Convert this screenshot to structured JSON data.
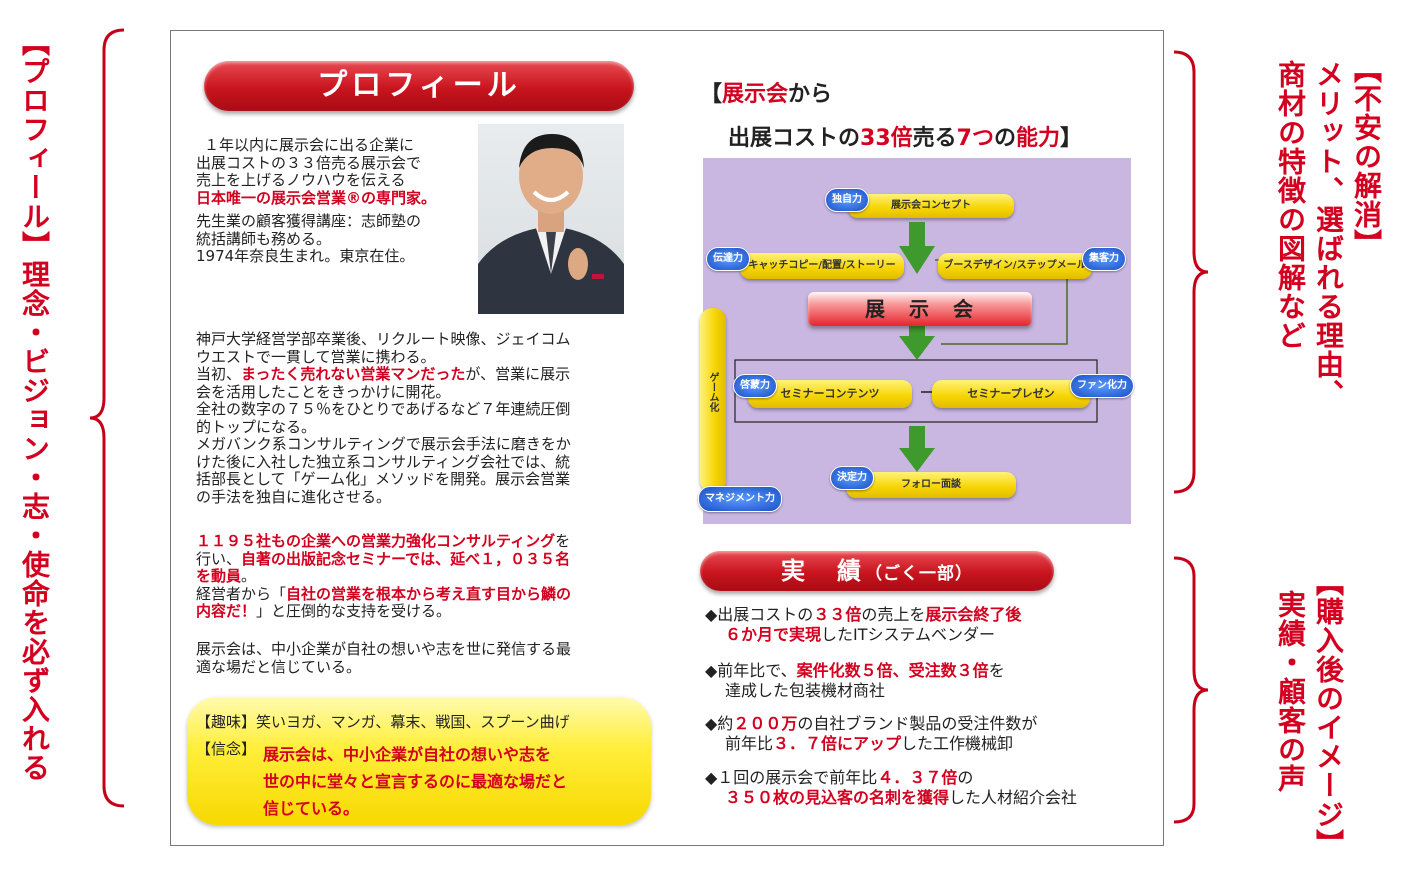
{
  "side_left": "【プロフィール】理念・ビジョン・志・使命を必ず入れる",
  "side_right_top": [
    "【不安の解消】",
    "メリット、選ばれる理由、",
    "商材の特徴の図解など"
  ],
  "side_right_bottom": [
    "【購入後のイメージ】",
    "実績・顧客の声"
  ],
  "profile": {
    "title": "プロフィール",
    "intro": [
      "１年以内に展示会に出る企業に",
      "出展コストの３３倍売る展示会で",
      "売上を上げるノウハウを伝える"
    ],
    "intro_red": "日本唯一の展示会営業®の専門家。",
    "lines2": [
      "先生業の顧客獲得講座：志師塾の",
      "統括講師も務める。",
      "1974年奈良生まれ。東京在住。"
    ],
    "body": {
      "p1": [
        "神戸大学経営学部卒業後、リクルート映像、ジェイコム",
        "ウエストで一貫して営業に携わる。"
      ],
      "p2_pre": "当初、",
      "p2_red": "まったく売れない営業マンだった",
      "p2_post": "が、営業に展示",
      "p3": [
        "会を活用したことをきっかけに開花。",
        "全社の数字の７５％をひとりであげるなど７年連続圧倒",
        "的トップになる。",
        "メガバンク系コンサルティングで展示会手法に磨きをか",
        "けた後に入社した独立系コンサルティング会社では、統",
        "括部長として「ゲーム化」メソッドを開発。展示会営業",
        "の手法を独自に進化させる。"
      ]
    },
    "results": {
      "r1_red": "１１９５社もの企業への営業力強化コンサルティング",
      "r1_post": "を",
      "r2_pre": "行い、",
      "r2_red": "自著の出版記念セミナーでは、延べ１，０３５名",
      "r3_red": "を動員",
      "r3_post": "。",
      "r4_pre": "経営者から「",
      "r4_red": "自社の営業を根本から考え直す目から鱗の",
      "r5_red": "内容だ！",
      "r5_post": "」と圧倒的な支持を受ける。"
    },
    "closing": [
      "展示会は、中小企業が自社の想いや志を世に発信する最",
      "適な場だと信じている。"
    ],
    "hobby_label": "【趣味】",
    "hobby_text": "笑いヨガ、マンガ、幕末、戦国、スプーン曲げ",
    "belief_label": "【信念】",
    "belief_text": [
      "展示会は、中小企業が自社の想いや志を",
      "世の中に堂々と宣言するのに最適な場だと",
      "信じている。"
    ]
  },
  "diagram": {
    "title1_red": "展示会",
    "title1_post": "から",
    "title2_a": "出展コストの",
    "title2_red1": "33倍",
    "title2_b": "売る",
    "title2_red2": "7つ",
    "title2_c": "の",
    "title2_red3": "能力",
    "title2_close": "】",
    "title1_open": "【",
    "badges": {
      "dokuji": "独自力",
      "dentatsu": "伝達力",
      "shukyaku": "集客力",
      "keimou": "啓蒙力",
      "fan": "ファン化力",
      "kettei": "決定力",
      "management": "マネジメント力"
    },
    "boxes": {
      "concept": "展示会コンセプト",
      "catch": "キャッチコピー/配置/ストーリー",
      "booth": "ブースデザイン/ステップメール",
      "tenjikai": "展　示　会",
      "seminar_contents": "セミナーコンテンツ",
      "seminar_present": "セミナープレゼン",
      "follow": "フォロー面談"
    },
    "game": "ゲーム化"
  },
  "achievements": {
    "title": "実　績",
    "title_small": "（ごく一部）",
    "items": [
      {
        "l1_pre": "◆出展コストの",
        "l1_red1": "３３倍",
        "l1_mid": "の売上を",
        "l1_red2": "展示会終了後",
        "l2_red": "６か月で実現",
        "l2_post": "したITシステムベンダー"
      },
      {
        "l1_pre": "◆前年比で、",
        "l1_red1": "案件化数５倍、受注数３倍",
        "l1_mid": "を",
        "l1_red2": "",
        "l2_red": "",
        "l2_post": "達成した包装機材商社"
      },
      {
        "l1_pre": "◆約",
        "l1_red1": "２００万",
        "l1_mid": "の自社ブランド製品の受注件数が",
        "l1_red2": "",
        "l2_red": "３．７倍にアップ",
        "l2_pre": "前年比",
        "l2_post": "した工作機械卸"
      },
      {
        "l1_pre": "◆１回の展示会で前年比",
        "l1_red1": "４．３７倍",
        "l1_mid": "の",
        "l1_red2": "",
        "l2_red": "３５０枚の見込客の名刺を獲得",
        "l2_post": "した人材紹介会社"
      }
    ]
  },
  "colors": {
    "accent_red": "#d4001f",
    "pill_red": "#c9141e",
    "diagram_bg": "#c9b7e2",
    "yellow": "#f6d400",
    "badge_blue": "#1b4fc4"
  }
}
